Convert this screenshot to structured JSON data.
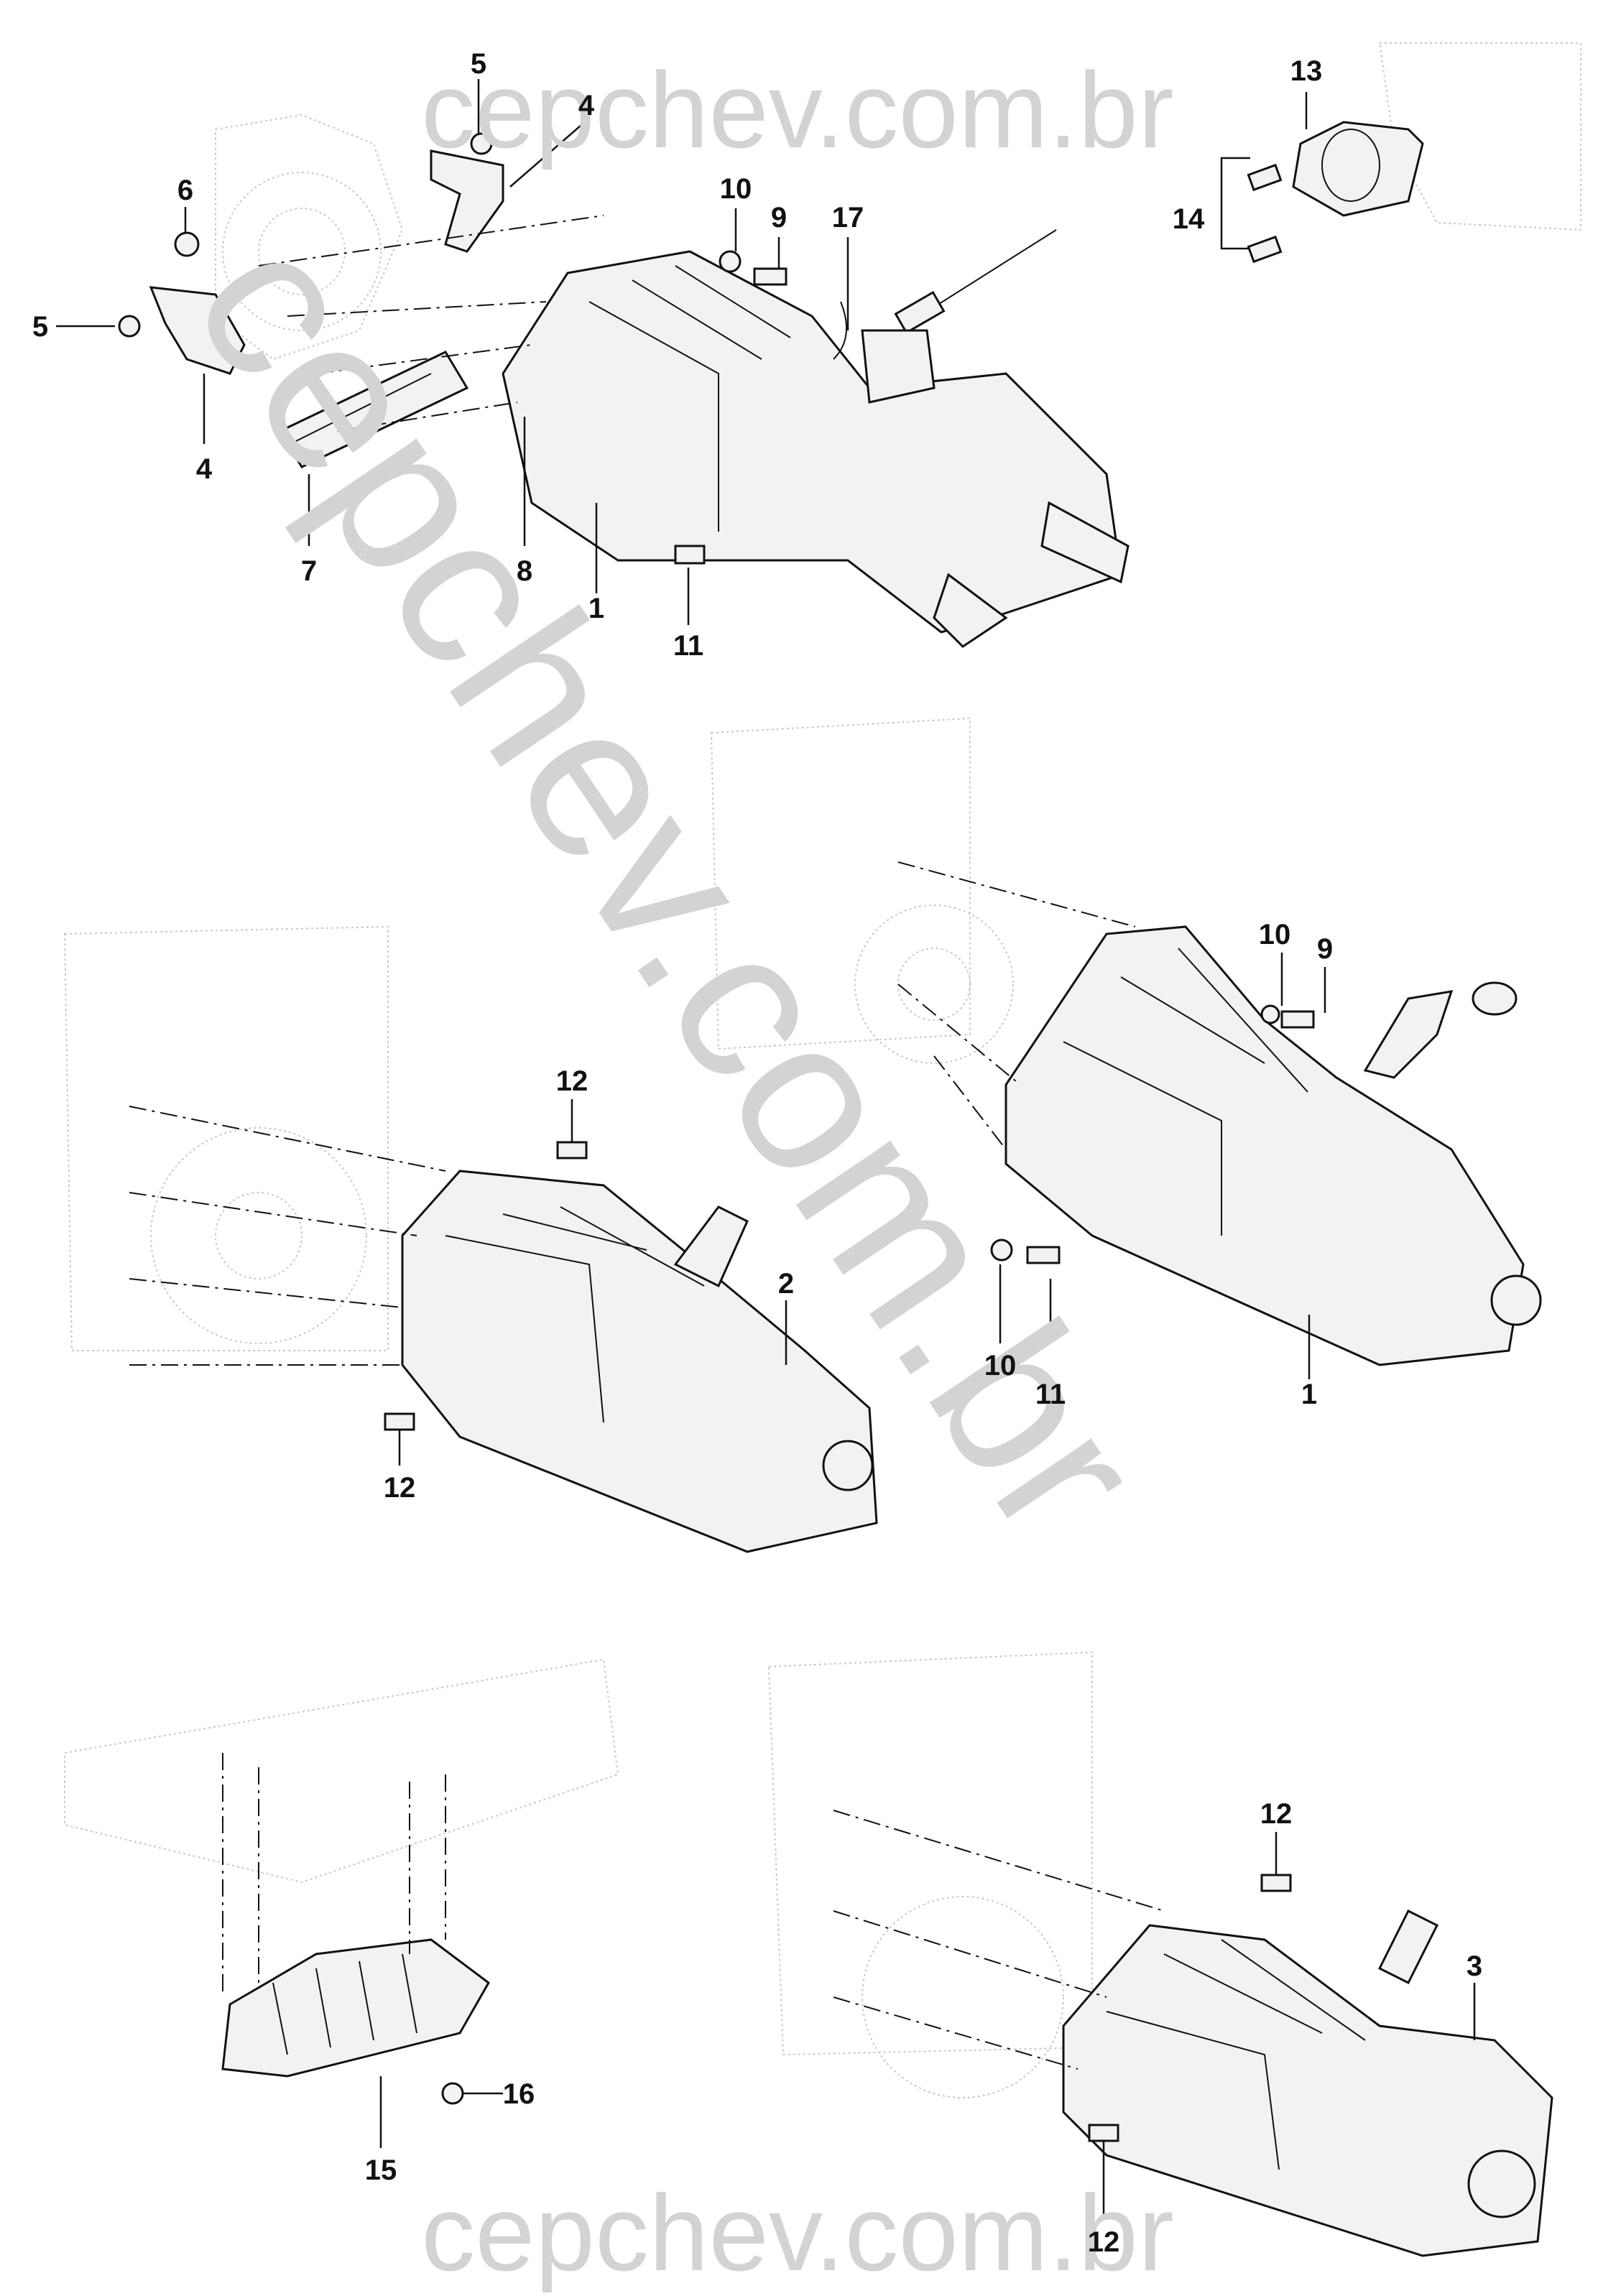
{
  "watermark": {
    "top": "cepchev.com.br",
    "bottom": "cepchev.com.br",
    "diagonal": "cepchev.com.br",
    "color": "#d3d3d3"
  },
  "callouts": {
    "top_assembly": [
      "5",
      "4",
      "6",
      "5",
      "4",
      "7",
      "8",
      "1",
      "10",
      "9",
      "17",
      "11"
    ],
    "top_right_cover": [
      "13",
      "14"
    ],
    "middle_left": [
      "12",
      "2",
      "12"
    ],
    "middle_right": [
      "10",
      "9",
      "10",
      "11",
      "1"
    ],
    "bottom_left": [
      "16",
      "15"
    ],
    "bottom_right": [
      "12",
      "3",
      "12"
    ]
  }
}
